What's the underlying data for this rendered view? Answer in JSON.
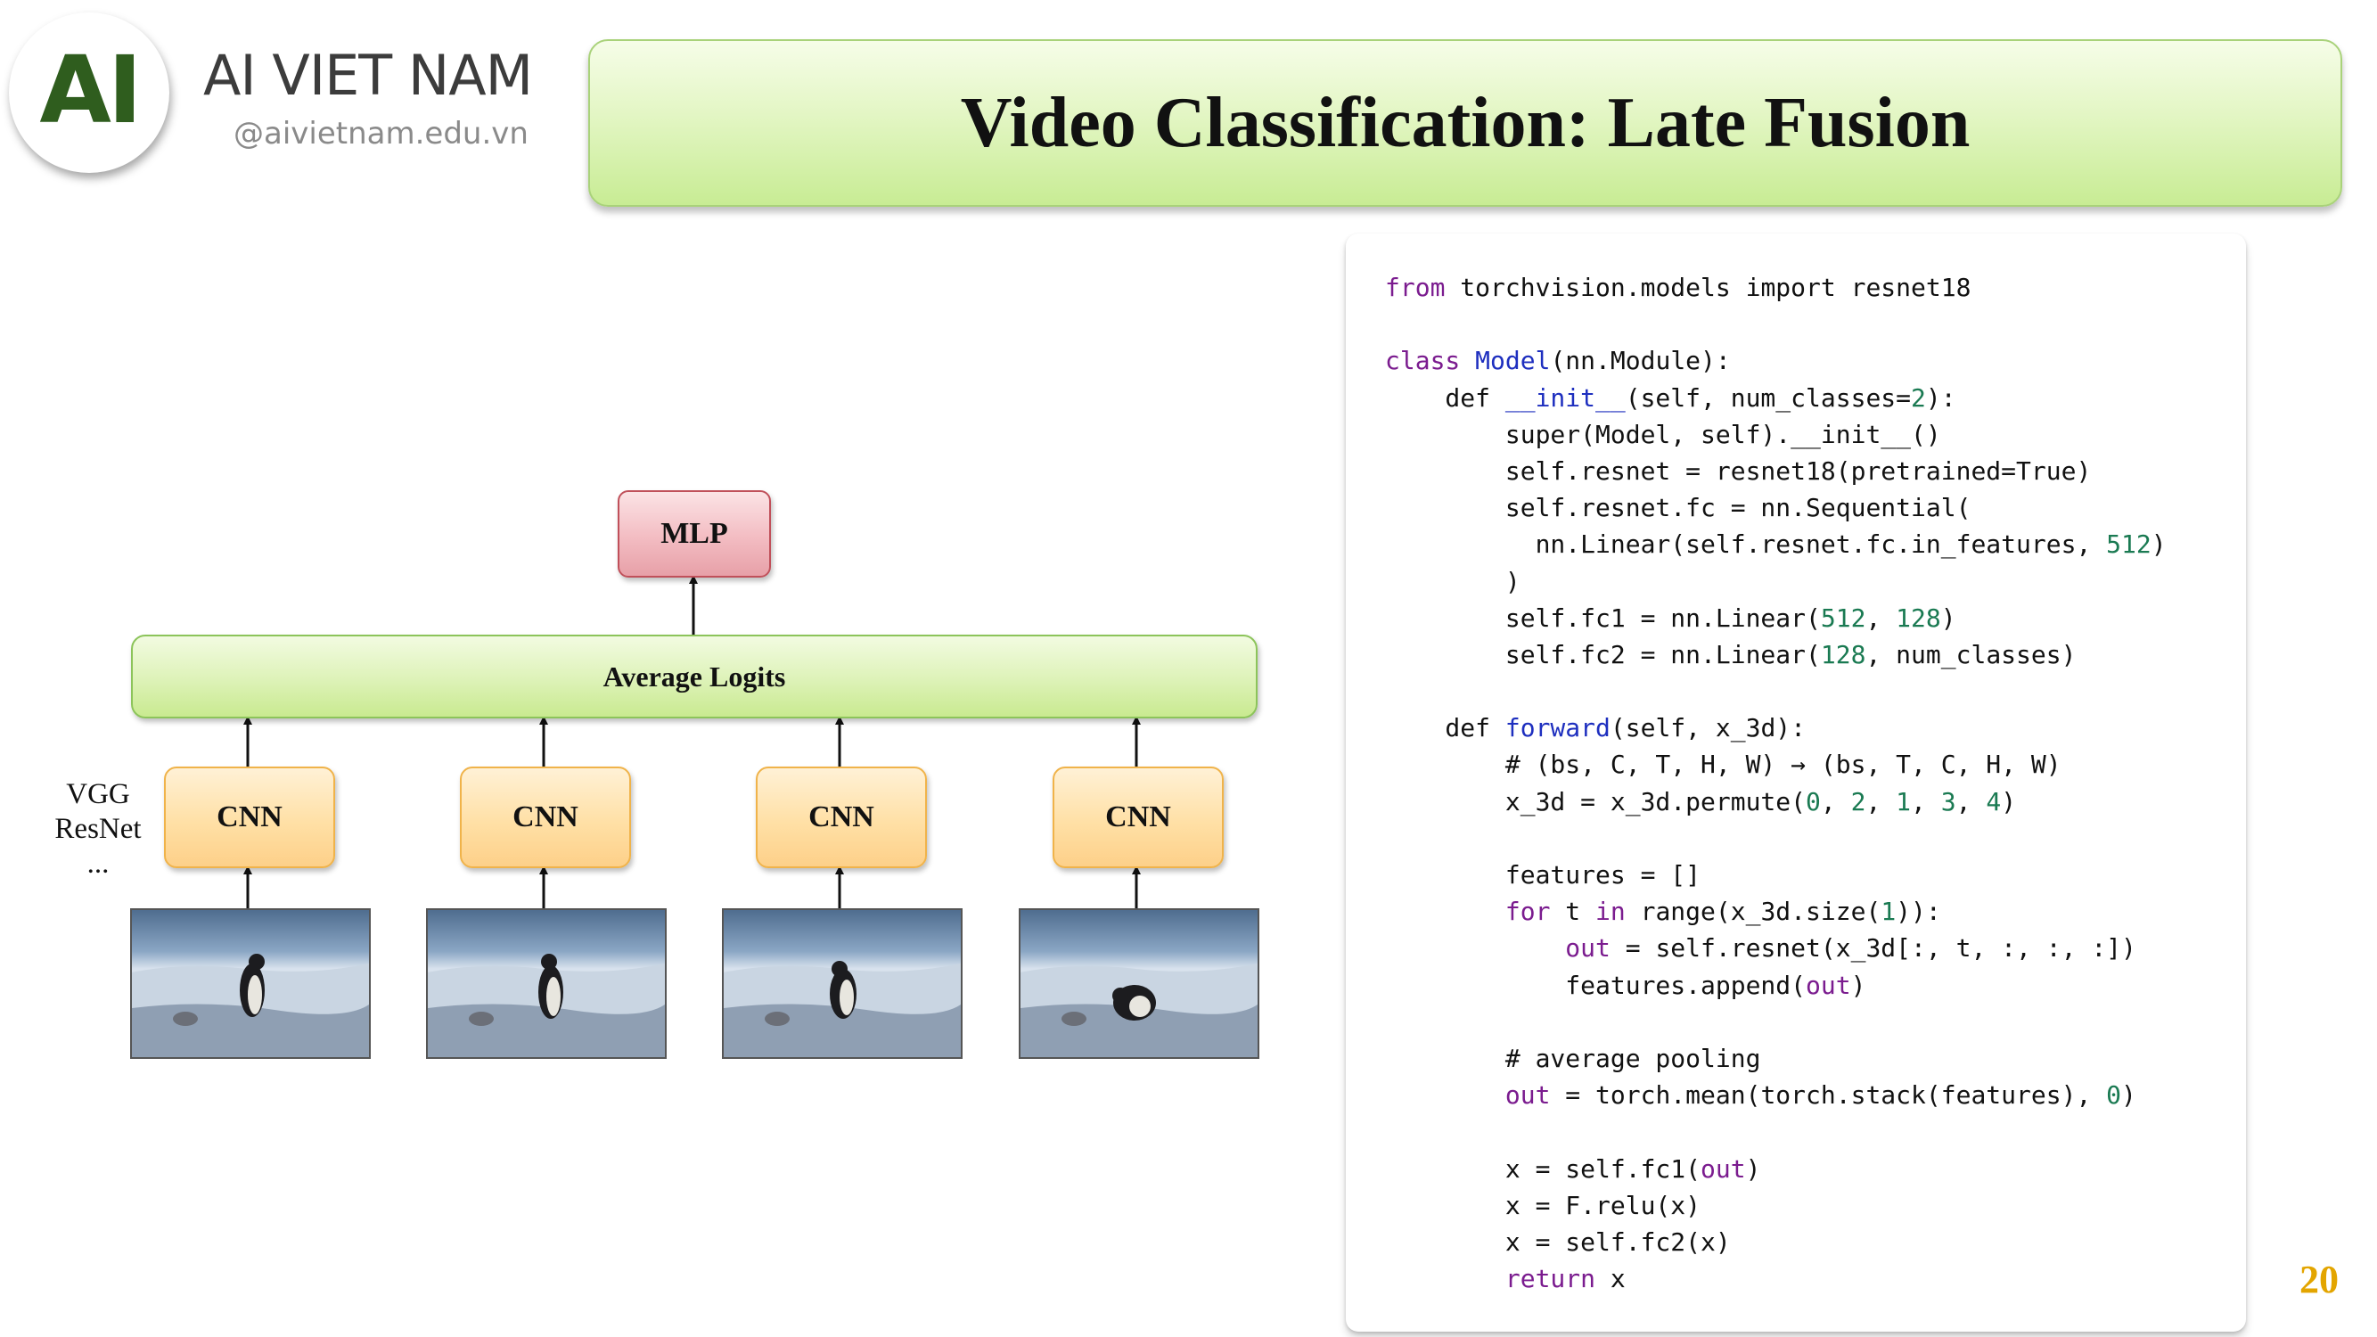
{
  "logo": {
    "mark": "AI",
    "name": "AI VIET NAM",
    "site": "@aivietnam.edu.vn"
  },
  "title": "Video Classification: Late Fusion",
  "diagram": {
    "mlp_label": "MLP",
    "avg_label": "Average Logits",
    "cnn_labels": [
      "CNN",
      "CNN",
      "CNN",
      "CNN"
    ],
    "backbones": [
      "VGG",
      "ResNet",
      "..."
    ]
  },
  "colors": {
    "brand_green": "#2f5d1e",
    "mlp_fill": "#f3bcc2",
    "avg_fill": "#dff3bb",
    "cnn_fill": "#ffe0a6",
    "page_number": "#e3a500",
    "code_keyword": "#7b1c8f",
    "code_function": "#1e2fbf",
    "code_number": "#1a7a52"
  },
  "code": [
    [
      {
        "t": "kw",
        "v": "from"
      },
      {
        "t": "",
        "v": " torchvision.models import resnet18"
      }
    ],
    [],
    [
      {
        "t": "kw",
        "v": "class"
      },
      {
        "t": "",
        "v": " "
      },
      {
        "t": "fn",
        "v": "Model"
      },
      {
        "t": "",
        "v": "(nn.Module):"
      }
    ],
    [
      {
        "t": "",
        "v": "    def "
      },
      {
        "t": "fn",
        "v": "__init__"
      },
      {
        "t": "",
        "v": "(self, num_classes="
      },
      {
        "t": "num",
        "v": "2"
      },
      {
        "t": "",
        "v": "):"
      }
    ],
    [
      {
        "t": "",
        "v": "        super(Model, self).__init__()"
      }
    ],
    [
      {
        "t": "",
        "v": "        self.resnet = resnet18(pretrained=True)"
      }
    ],
    [
      {
        "t": "",
        "v": "        self.resnet.fc = nn.Sequential("
      }
    ],
    [
      {
        "t": "",
        "v": "          nn.Linear(self.resnet.fc.in_features, "
      },
      {
        "t": "num",
        "v": "512"
      },
      {
        "t": "",
        "v": ")"
      }
    ],
    [
      {
        "t": "",
        "v": "        )"
      }
    ],
    [
      {
        "t": "",
        "v": "        self.fc1 = nn.Linear("
      },
      {
        "t": "num",
        "v": "512"
      },
      {
        "t": "",
        "v": ", "
      },
      {
        "t": "num",
        "v": "128"
      },
      {
        "t": "",
        "v": ")"
      }
    ],
    [
      {
        "t": "",
        "v": "        self.fc2 = nn.Linear("
      },
      {
        "t": "num",
        "v": "128"
      },
      {
        "t": "",
        "v": ", num_classes)"
      }
    ],
    [],
    [
      {
        "t": "",
        "v": "    def "
      },
      {
        "t": "fn",
        "v": "forward"
      },
      {
        "t": "",
        "v": "(self, x_3d):"
      }
    ],
    [
      {
        "t": "cm",
        "v": "        # (bs, C, T, H, W) → (bs, T, C, H, W)"
      }
    ],
    [
      {
        "t": "",
        "v": "        x_3d = x_3d.permute("
      },
      {
        "t": "num",
        "v": "0"
      },
      {
        "t": "",
        "v": ", "
      },
      {
        "t": "num",
        "v": "2"
      },
      {
        "t": "",
        "v": ", "
      },
      {
        "t": "num",
        "v": "1"
      },
      {
        "t": "",
        "v": ", "
      },
      {
        "t": "num",
        "v": "3"
      },
      {
        "t": "",
        "v": ", "
      },
      {
        "t": "num",
        "v": "4"
      },
      {
        "t": "",
        "v": ")"
      }
    ],
    [],
    [
      {
        "t": "",
        "v": "        features = []"
      }
    ],
    [
      {
        "t": "",
        "v": "        "
      },
      {
        "t": "kw",
        "v": "for"
      },
      {
        "t": "",
        "v": " t "
      },
      {
        "t": "kw",
        "v": "in"
      },
      {
        "t": "",
        "v": " range(x_3d.size("
      },
      {
        "t": "num",
        "v": "1"
      },
      {
        "t": "",
        "v": ")):"
      }
    ],
    [
      {
        "t": "",
        "v": "            "
      },
      {
        "t": "kw",
        "v": "out"
      },
      {
        "t": "",
        "v": " = self.resnet(x_3d[:, t, :, :, :])"
      }
    ],
    [
      {
        "t": "",
        "v": "            features.append("
      },
      {
        "t": "kw",
        "v": "out"
      },
      {
        "t": "",
        "v": ")"
      }
    ],
    [],
    [
      {
        "t": "cm",
        "v": "        # average pooling"
      }
    ],
    [
      {
        "t": "",
        "v": "        "
      },
      {
        "t": "kw",
        "v": "out"
      },
      {
        "t": "",
        "v": " = torch.mean(torch.stack(features), "
      },
      {
        "t": "num",
        "v": "0"
      },
      {
        "t": "",
        "v": ")"
      }
    ],
    [],
    [
      {
        "t": "",
        "v": "        x = self.fc1("
      },
      {
        "t": "kw",
        "v": "out"
      },
      {
        "t": "",
        "v": ")"
      }
    ],
    [
      {
        "t": "",
        "v": "        x = F.relu(x)"
      }
    ],
    [
      {
        "t": "",
        "v": "        x = self.fc2(x)"
      }
    ],
    [
      {
        "t": "",
        "v": "        "
      },
      {
        "t": "kw",
        "v": "return"
      },
      {
        "t": "",
        "v": " x"
      }
    ]
  ],
  "page_number": "20"
}
